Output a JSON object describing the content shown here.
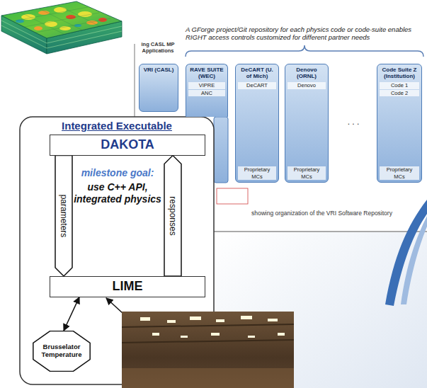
{
  "diagram": {
    "nodes": [
      {
        "text": [
          "VRI (CASL)"
        ]
      },
      {
        "text": [
          "RAVE SUITE (WEC)",
          "VIPRE",
          "ANC"
        ]
      },
      {
        "text": [
          "DeCART (U. of Mich)",
          "DeCART",
          "Proprietary MCs"
        ]
      },
      {
        "text": [
          "Denovo (ORNL)",
          "Denovo",
          "Proprietary MCs"
        ]
      },
      {
        "text": [
          "Code Suite Z (Institution)",
          "Code 1",
          "Code 2",
          "Proprietary MCs"
        ]
      },
      {
        "text": [
          "Integrated Executable"
        ]
      },
      {
        "text": [
          "DAKOTA"
        ],
        "in": 5
      },
      {
        "text": [
          "LIME"
        ],
        "in": 5
      },
      {
        "text": [
          "Brusselator Temperature"
        ],
        "in": 5
      }
    ],
    "edges": [
      {
        "from": 6,
        "to": 7,
        "arrow": "to",
        "label": "parameters"
      },
      {
        "from": 7,
        "to": 6,
        "arrow": "to",
        "label": "responses"
      },
      {
        "from": 7,
        "to": 8,
        "arrow": "both"
      }
    ],
    "labels": [
      "A GForge project/Git repository for each physics code or code-suite enables RIGHT access controls customized for different partner needs",
      "ing CASL MP Applications",
      ". . .",
      "showing organization of the VRI Software Repository",
      "milestone goal:",
      "use C++ API, integrated physics"
    ]
  }
}
